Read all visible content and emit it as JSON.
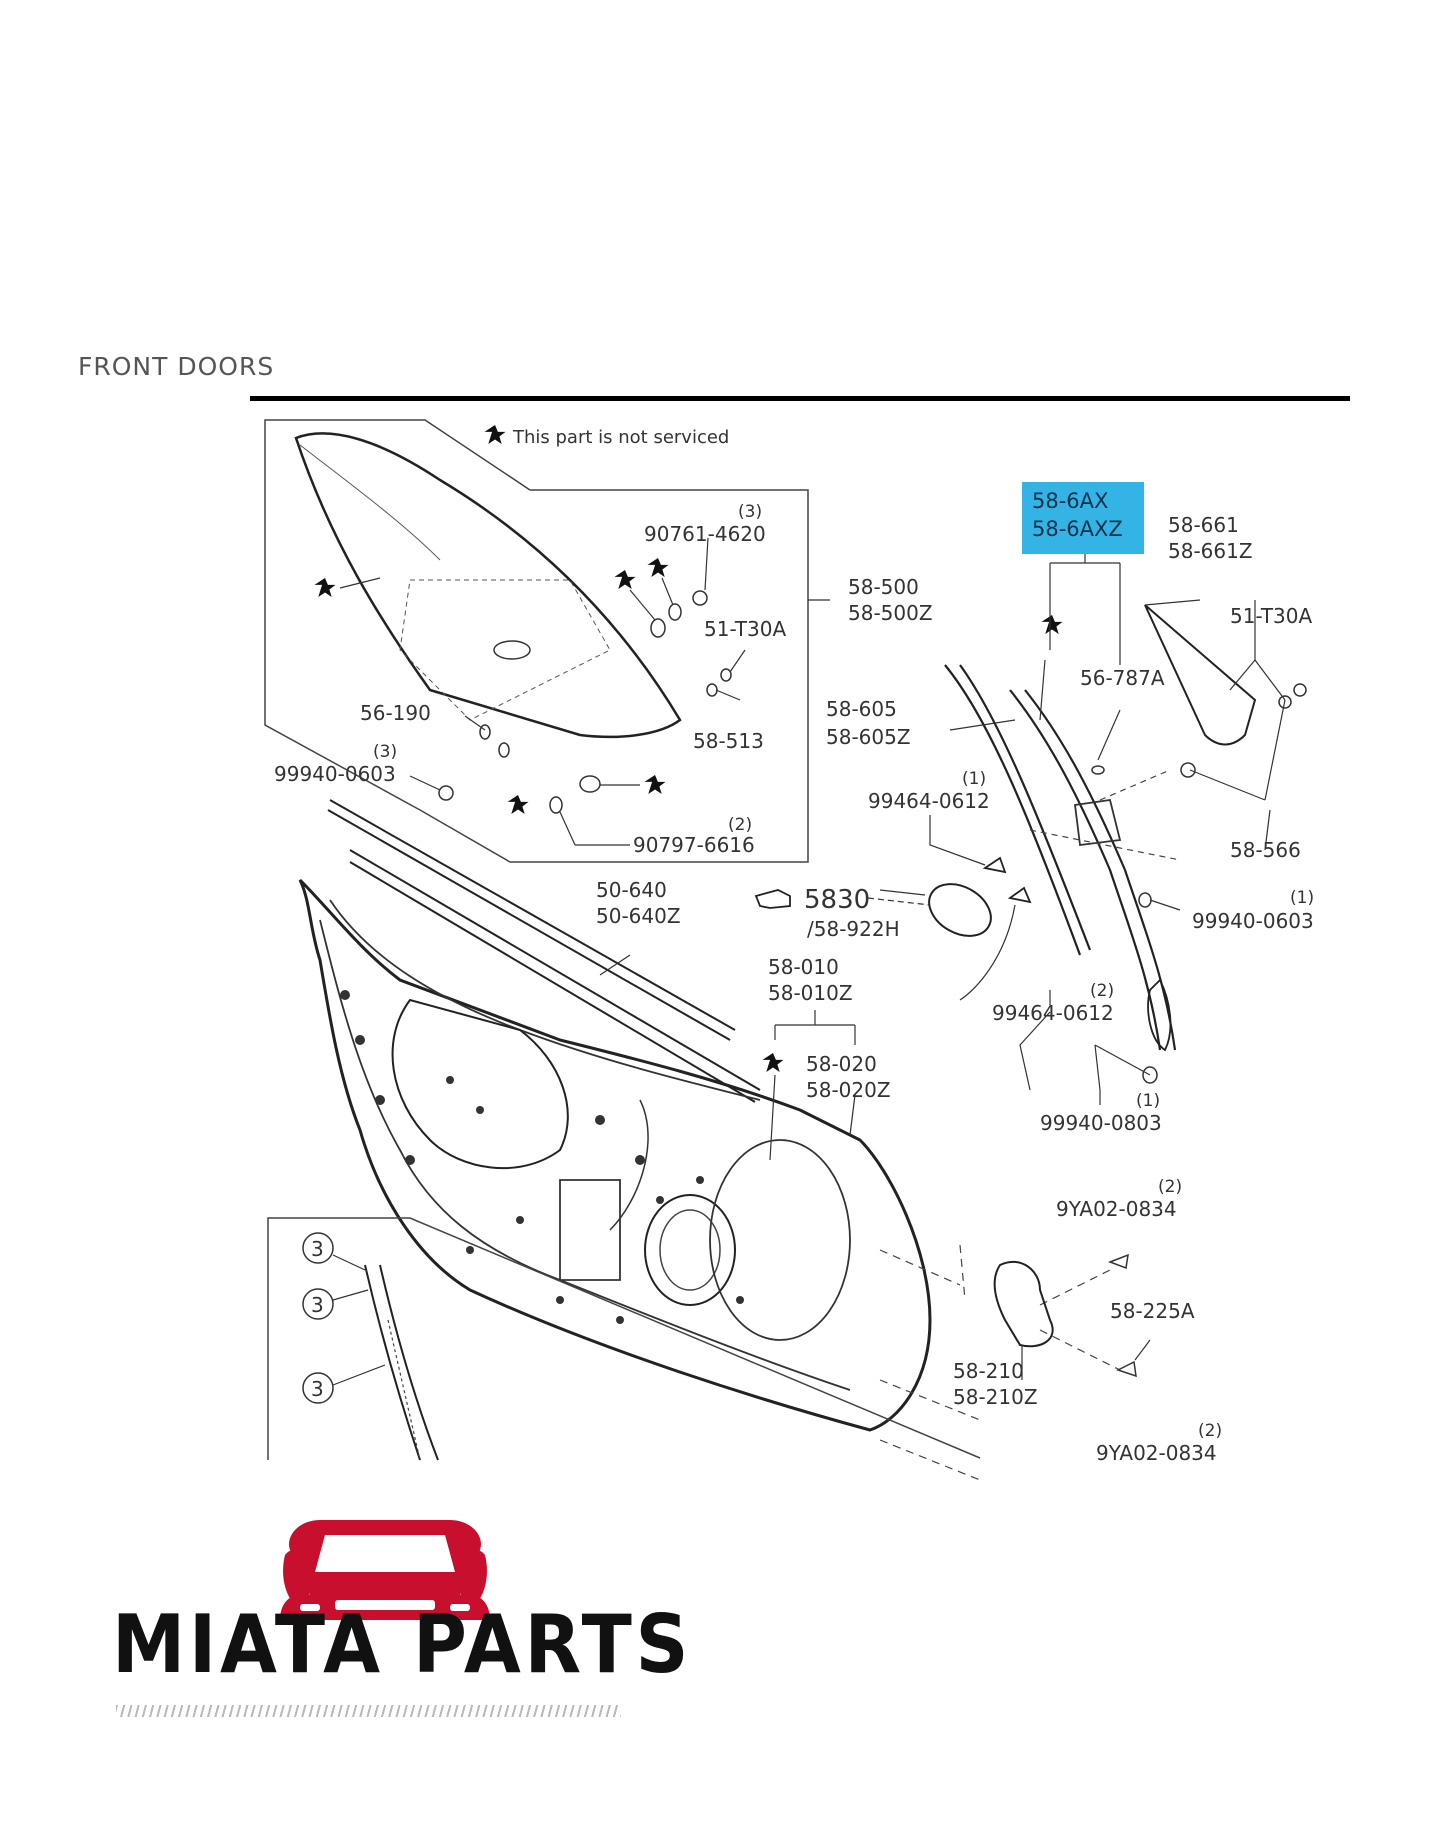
{
  "page": {
    "section_title": "FRONT DOORS"
  },
  "legend": {
    "star_note": "This part is not serviced"
  },
  "highlight": {
    "line1": "58-6AX",
    "line2": "58-6AXZ",
    "color": "#34b4e4"
  },
  "labels": {
    "qty_3_a": "(3)",
    "p_90761_4620": "90761-4620",
    "p_58_500": "58-500",
    "p_58_500z": "58-500Z",
    "p_51_t30a_a": "51-T30A",
    "p_58_513": "58-513",
    "p_56_190": "56-190",
    "qty_3_b": "(3)",
    "p_99940_0603_a": "99940-0603",
    "qty_2_a": "(2)",
    "p_90797_6616": "90797-6616",
    "p_58_661": "58-661",
    "p_58_661z": "58-661Z",
    "p_51_t30a_b": "51-T30A",
    "p_56_787a": "56-787A",
    "p_58_605": "58-605",
    "p_58_605z": "58-605Z",
    "qty_1_a": "(1)",
    "p_99464_0612_a": "99464-0612",
    "p_58_566": "58-566",
    "p_5830": "5830",
    "p_58_922h": "/58-922H",
    "qty_1_b": "(1)",
    "p_99940_0603_b": "99940-0603",
    "qty_2_b": "(2)",
    "p_99464_0612_b": "99464-0612",
    "p_50_640": "50-640",
    "p_50_640z": "50-640Z",
    "p_58_010": "58-010",
    "p_58_010z": "58-010Z",
    "p_58_020": "58-020",
    "p_58_020z": "58-020Z",
    "qty_1_c": "(1)",
    "p_99940_0803": "99940-0803",
    "qty_2_c": "(2)",
    "p_9ya02_0834_a": "9YA02-0834",
    "p_58_225a": "58-225A",
    "p_58_210": "58-210",
    "p_58_210z": "58-210Z",
    "qty_2_d": "(2)",
    "p_9ya02_0834_b": "9YA02-0834",
    "circle_3": "3"
  },
  "brand": {
    "name": "MIATA PARTS",
    "color": "#c8102e"
  },
  "icons": [
    "star-icon",
    "pointing-hand-icon",
    "car-logo-icon"
  ]
}
